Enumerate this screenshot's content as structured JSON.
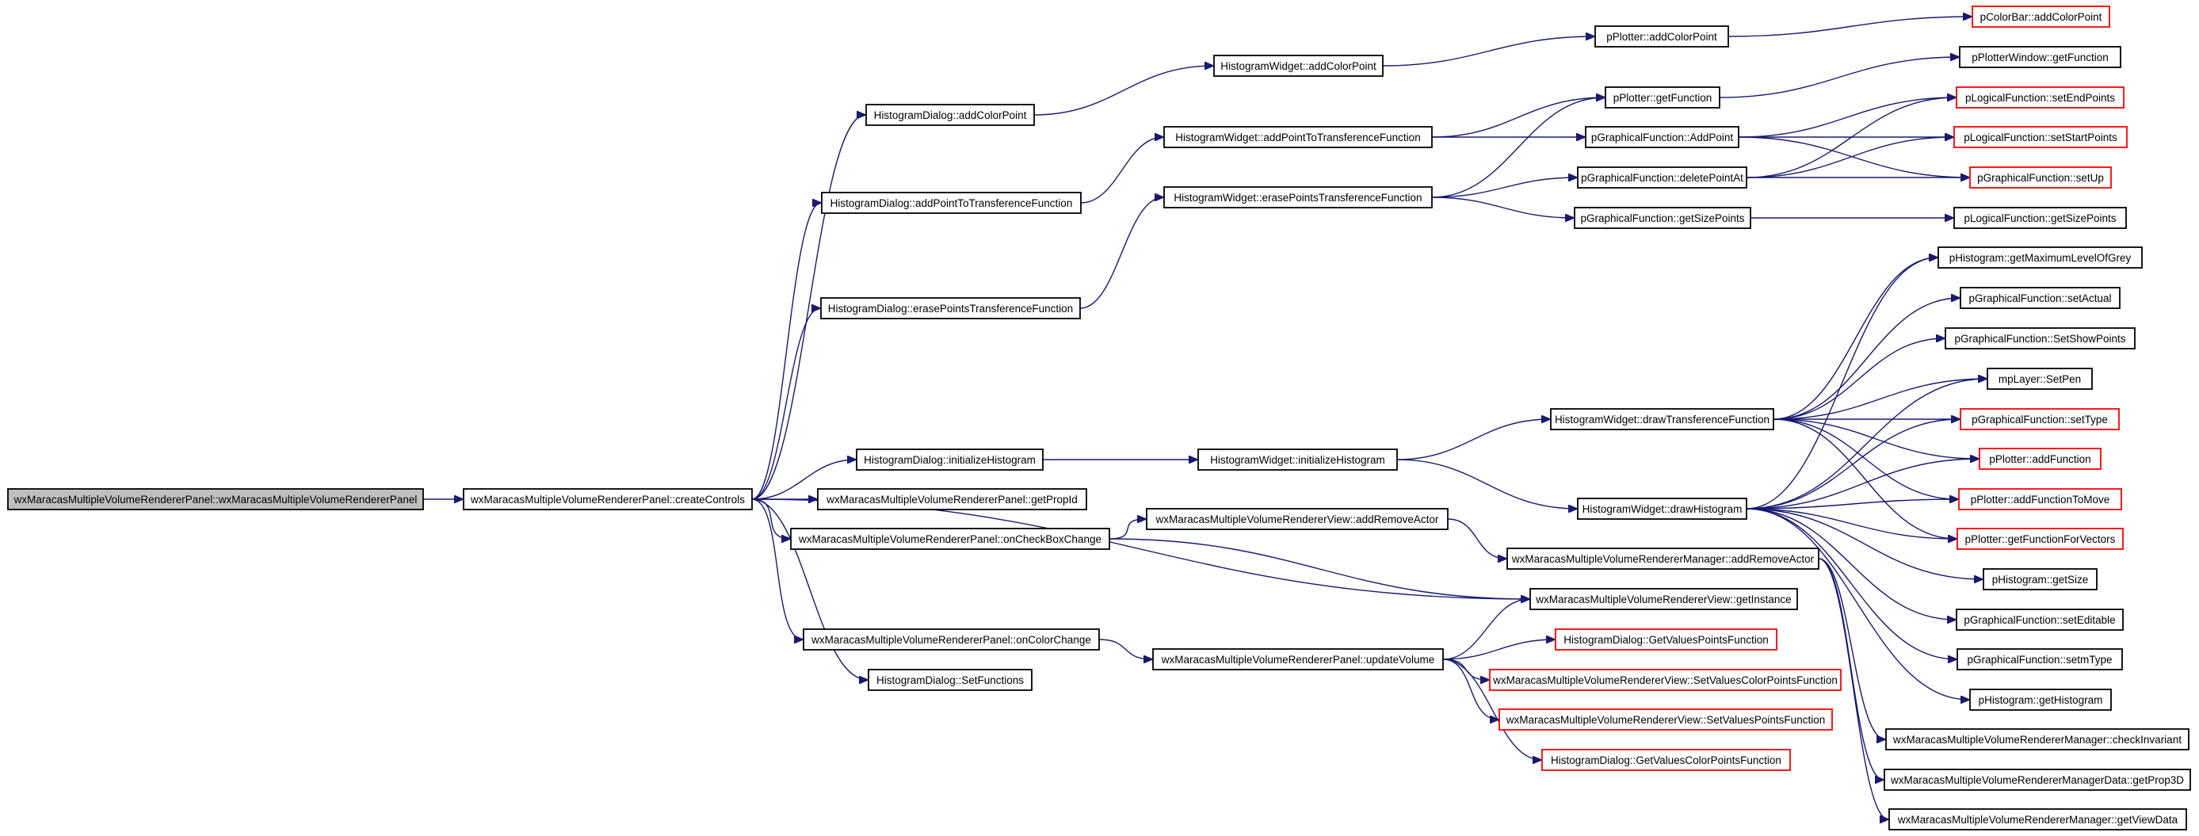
{
  "diagram": {
    "colors": {
      "edge": "#191970",
      "box_normal": "#000000",
      "box_truncated": "#ff0000",
      "root_fill": "#bfbfbf",
      "fill": "#ffffff"
    },
    "nodes": [
      {
        "id": "root",
        "label": "wxMaracasMultipleVolumeRendererPanel::wxMaracasMultipleVolumeRendererPanel",
        "style": "root"
      },
      {
        "id": "createControls",
        "label": "wxMaracasMultipleVolumeRendererPanel::createControls",
        "style": "normal"
      },
      {
        "id": "hdAddColorPoint",
        "label": "HistogramDialog::addColorPoint",
        "style": "normal"
      },
      {
        "id": "hdAddPointTF",
        "label": "HistogramDialog::addPointToTransferenceFunction",
        "style": "normal"
      },
      {
        "id": "hdErasePointsTF",
        "label": "HistogramDialog::erasePointsTransferenceFunction",
        "style": "normal"
      },
      {
        "id": "hdInitHist",
        "label": "HistogramDialog::initializeHistogram",
        "style": "normal"
      },
      {
        "id": "panelGetPropId",
        "label": "wxMaracasMultipleVolumeRendererPanel::getPropId",
        "style": "normal"
      },
      {
        "id": "panelOnCheckBox",
        "label": "wxMaracasMultipleVolumeRendererPanel::onCheckBoxChange",
        "style": "normal"
      },
      {
        "id": "panelOnColor",
        "label": "wxMaracasMultipleVolumeRendererPanel::onColorChange",
        "style": "normal"
      },
      {
        "id": "hdSetFunctions",
        "label": "HistogramDialog::SetFunctions",
        "style": "normal"
      },
      {
        "id": "hwAddColorPoint",
        "label": "HistogramWidget::addColorPoint",
        "style": "normal"
      },
      {
        "id": "hwAddPointTF",
        "label": "HistogramWidget::addPointToTransferenceFunction",
        "style": "normal"
      },
      {
        "id": "hwErasePointsTF",
        "label": "HistogramWidget::erasePointsTransferenceFunction",
        "style": "normal"
      },
      {
        "id": "hwInitHist",
        "label": "HistogramWidget::initializeHistogram",
        "style": "normal"
      },
      {
        "id": "viewAddRemove",
        "label": "wxMaracasMultipleVolumeRendererView::addRemoveActor",
        "style": "normal"
      },
      {
        "id": "panelUpdateVolume",
        "label": "wxMaracasMultipleVolumeRendererPanel::updateVolume",
        "style": "normal"
      },
      {
        "id": "ppAddColorPoint",
        "label": "pPlotter::addColorPoint",
        "style": "normal"
      },
      {
        "id": "ppGetFunction",
        "label": "pPlotter::getFunction",
        "style": "normal"
      },
      {
        "id": "pgfAddPoint",
        "label": "pGraphicalFunction::AddPoint",
        "style": "normal"
      },
      {
        "id": "pgfDeletePointAt",
        "label": "pGraphicalFunction::deletePointAt",
        "style": "normal"
      },
      {
        "id": "pgfGetSizePoints",
        "label": "pGraphicalFunction::getSizePoints",
        "style": "normal"
      },
      {
        "id": "hwDrawTF",
        "label": "HistogramWidget::drawTransferenceFunction",
        "style": "normal"
      },
      {
        "id": "hwDrawHist",
        "label": "HistogramWidget::drawHistogram",
        "style": "normal"
      },
      {
        "id": "mgrAddRemove",
        "label": "wxMaracasMultipleVolumeRendererManager::addRemoveActor",
        "style": "normal"
      },
      {
        "id": "viewGetInstance",
        "label": "wxMaracasMultipleVolumeRendererView::getInstance",
        "style": "normal"
      },
      {
        "id": "hdGetValuesPoints",
        "label": "HistogramDialog::GetValuesPointsFunction",
        "style": "truncated"
      },
      {
        "id": "viewSetValuesColor",
        "label": "wxMaracasMultipleVolumeRendererView::SetValuesColorPointsFunction",
        "style": "truncated"
      },
      {
        "id": "viewSetValuesPoints",
        "label": "wxMaracasMultipleVolumeRendererView::SetValuesPointsFunction",
        "style": "truncated"
      },
      {
        "id": "hdGetValuesColor",
        "label": "HistogramDialog::GetValuesColorPointsFunction",
        "style": "truncated"
      },
      {
        "id": "pcbAddColorPoint",
        "label": "pColorBar::addColorPoint",
        "style": "truncated"
      },
      {
        "id": "pwGetFunction",
        "label": "pPlotterWindow::getFunction",
        "style": "normal"
      },
      {
        "id": "plfSetEndPoints",
        "label": "pLogicalFunction::setEndPoints",
        "style": "truncated"
      },
      {
        "id": "plfSetStartPoints",
        "label": "pLogicalFunction::setStartPoints",
        "style": "truncated"
      },
      {
        "id": "pgfSetUp",
        "label": "pGraphicalFunction::setUp",
        "style": "truncated"
      },
      {
        "id": "plfGetSizePoints",
        "label": "pLogicalFunction::getSizePoints",
        "style": "normal"
      },
      {
        "id": "phGetMaxLevel",
        "label": "pHistogram::getMaximumLevelOfGrey",
        "style": "normal"
      },
      {
        "id": "pgfSetActual",
        "label": "pGraphicalFunction::setActual",
        "style": "normal"
      },
      {
        "id": "pgfSetShowPoints",
        "label": "pGraphicalFunction::SetShowPoints",
        "style": "normal"
      },
      {
        "id": "mpSetPen",
        "label": "mpLayer::SetPen",
        "style": "normal"
      },
      {
        "id": "pgfSetType",
        "label": "pGraphicalFunction::setType",
        "style": "truncated"
      },
      {
        "id": "ppAddFunction",
        "label": "pPlotter::addFunction",
        "style": "truncated"
      },
      {
        "id": "ppAddFunctionToMove",
        "label": "pPlotter::addFunctionToMove",
        "style": "truncated"
      },
      {
        "id": "ppGetFunctionForVectors",
        "label": "pPlotter::getFunctionForVectors",
        "style": "truncated"
      },
      {
        "id": "phGetSize",
        "label": "pHistogram::getSize",
        "style": "normal"
      },
      {
        "id": "pgfSetEditable",
        "label": "pGraphicalFunction::setEditable",
        "style": "normal"
      },
      {
        "id": "pgfSetmType",
        "label": "pGraphicalFunction::setmType",
        "style": "normal"
      },
      {
        "id": "phGetHistogram",
        "label": "pHistogram::getHistogram",
        "style": "normal"
      },
      {
        "id": "mgrCheckInvariant",
        "label": "wxMaracasMultipleVolumeRendererManager::checkInvariant",
        "style": "normal"
      },
      {
        "id": "mgrDataGetProp3D",
        "label": "wxMaracasMultipleVolumeRendererManagerData::getProp3D",
        "style": "normal"
      },
      {
        "id": "mgrGetViewData",
        "label": "wxMaracasMultipleVolumeRendererManager::getViewData",
        "style": "normal"
      }
    ],
    "edges": [
      [
        "root",
        "createControls"
      ],
      [
        "createControls",
        "hdAddColorPoint"
      ],
      [
        "createControls",
        "hdAddPointTF"
      ],
      [
        "createControls",
        "hdErasePointsTF"
      ],
      [
        "createControls",
        "hdInitHist"
      ],
      [
        "createControls",
        "panelGetPropId"
      ],
      [
        "createControls",
        "panelOnCheckBox"
      ],
      [
        "createControls",
        "viewGetInstance"
      ],
      [
        "createControls",
        "panelOnColor"
      ],
      [
        "createControls",
        "hdSetFunctions"
      ],
      [
        "hdAddColorPoint",
        "hwAddColorPoint"
      ],
      [
        "hdAddPointTF",
        "hwAddPointTF"
      ],
      [
        "hdErasePointsTF",
        "hwErasePointsTF"
      ],
      [
        "hdInitHist",
        "hwInitHist"
      ],
      [
        "panelOnCheckBox",
        "viewAddRemove"
      ],
      [
        "panelOnCheckBox",
        "viewGetInstance"
      ],
      [
        "panelOnColor",
        "panelUpdateVolume"
      ],
      [
        "hwAddColorPoint",
        "ppAddColorPoint"
      ],
      [
        "hwAddPointTF",
        "ppGetFunction"
      ],
      [
        "hwAddPointTF",
        "pgfAddPoint"
      ],
      [
        "hwErasePointsTF",
        "ppGetFunction"
      ],
      [
        "hwErasePointsTF",
        "pgfDeletePointAt"
      ],
      [
        "hwErasePointsTF",
        "pgfGetSizePoints"
      ],
      [
        "hwInitHist",
        "hwDrawTF"
      ],
      [
        "hwInitHist",
        "hwDrawHist"
      ],
      [
        "viewAddRemove",
        "mgrAddRemove"
      ],
      [
        "panelUpdateVolume",
        "viewGetInstance"
      ],
      [
        "panelUpdateVolume",
        "hdGetValuesPoints"
      ],
      [
        "panelUpdateVolume",
        "viewSetValuesColor"
      ],
      [
        "panelUpdateVolume",
        "viewSetValuesPoints"
      ],
      [
        "panelUpdateVolume",
        "hdGetValuesColor"
      ],
      [
        "ppAddColorPoint",
        "pcbAddColorPoint"
      ],
      [
        "ppGetFunction",
        "pwGetFunction"
      ],
      [
        "pgfAddPoint",
        "plfSetEndPoints"
      ],
      [
        "pgfAddPoint",
        "plfSetStartPoints"
      ],
      [
        "pgfAddPoint",
        "pgfSetUp"
      ],
      [
        "pgfDeletePointAt",
        "plfSetEndPoints"
      ],
      [
        "pgfDeletePointAt",
        "plfSetStartPoints"
      ],
      [
        "pgfDeletePointAt",
        "pgfSetUp"
      ],
      [
        "pgfGetSizePoints",
        "plfGetSizePoints"
      ],
      [
        "hwDrawTF",
        "phGetMaxLevel"
      ],
      [
        "hwDrawTF",
        "pgfSetActual"
      ],
      [
        "hwDrawTF",
        "pgfSetShowPoints"
      ],
      [
        "hwDrawTF",
        "mpSetPen"
      ],
      [
        "hwDrawTF",
        "pgfSetType"
      ],
      [
        "hwDrawTF",
        "ppAddFunction"
      ],
      [
        "hwDrawTF",
        "ppAddFunctionToMove"
      ],
      [
        "hwDrawTF",
        "ppGetFunctionForVectors"
      ],
      [
        "hwDrawHist",
        "phGetMaxLevel"
      ],
      [
        "hwDrawHist",
        "mpSetPen"
      ],
      [
        "hwDrawHist",
        "pgfSetType"
      ],
      [
        "hwDrawHist",
        "ppAddFunction"
      ],
      [
        "hwDrawHist",
        "ppAddFunctionToMove"
      ],
      [
        "hwDrawHist",
        "ppGetFunctionForVectors"
      ],
      [
        "hwDrawHist",
        "phGetSize"
      ],
      [
        "hwDrawHist",
        "pgfSetEditable"
      ],
      [
        "hwDrawHist",
        "pgfSetmType"
      ],
      [
        "hwDrawHist",
        "phGetHistogram"
      ],
      [
        "mgrAddRemove",
        "mgrCheckInvariant"
      ],
      [
        "mgrAddRemove",
        "mgrDataGetProp3D"
      ],
      [
        "mgrAddRemove",
        "mgrGetViewData"
      ]
    ]
  }
}
